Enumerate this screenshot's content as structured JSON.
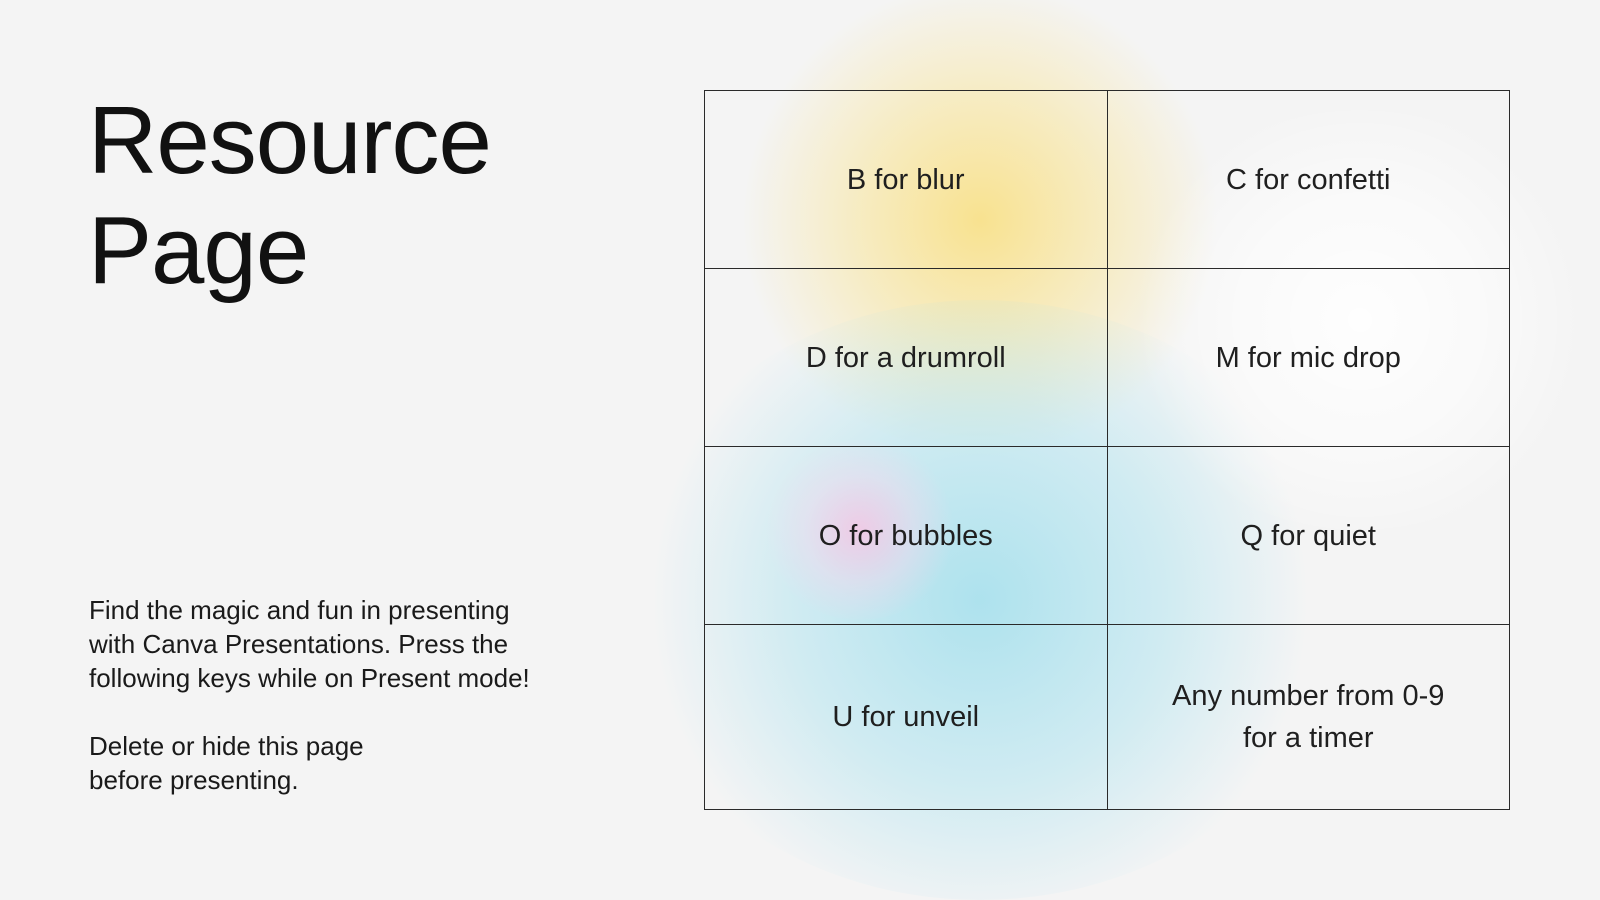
{
  "title": {
    "line1": "Resource",
    "line2": "Page"
  },
  "description": {
    "paragraph1": {
      "line1": "Find the magic and fun in presenting",
      "line2": "with Canva Presentations. Press the",
      "line3": "following keys while on Present mode!"
    },
    "paragraph2": {
      "line1": "Delete or hide this page",
      "line2": "before presenting."
    }
  },
  "shortcuts": [
    {
      "line1": "B for blur"
    },
    {
      "line1": "C for confetti"
    },
    {
      "line1": "D for a drumroll"
    },
    {
      "line1": "M for mic drop"
    },
    {
      "line1": "O for bubbles"
    },
    {
      "line1": "Q for quiet"
    },
    {
      "line1": "U for unveil"
    },
    {
      "line1": "Any number from 0-9",
      "line2": "for a timer"
    }
  ],
  "colors": {
    "background": "#f4f4f4",
    "glow_yellow": "#fadc6e",
    "glow_cyan": "#96dceb",
    "glow_pink": "#ffbee1",
    "text": "#1a1a1a",
    "grid_line": "#2a2a2a"
  }
}
